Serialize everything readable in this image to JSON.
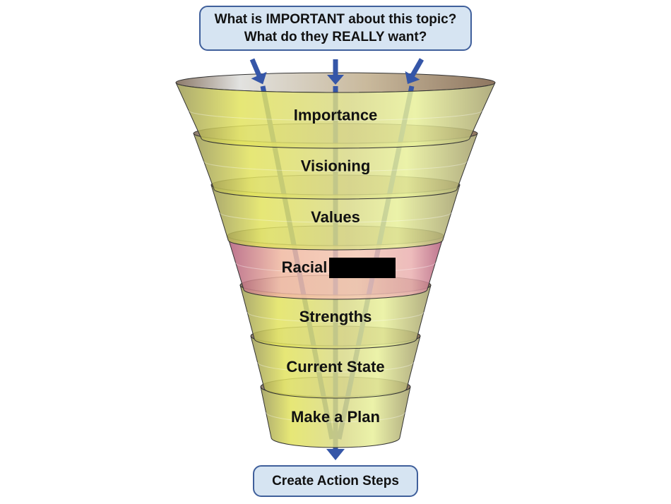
{
  "top_box": {
    "line1": "What is IMPORTANT about this topic?",
    "line2": "What do they REALLY want?"
  },
  "bottom_box": {
    "label": "Create Action Steps"
  },
  "colors": {
    "arrow": "#3556a8",
    "box_fill": "#d6e4f2",
    "box_border": "#3f5f9b",
    "yellow": "#e6e77a",
    "pink": "#e7a3a8",
    "redaction": "#000000"
  },
  "layers": [
    {
      "label": "Importance",
      "tone": "yellow"
    },
    {
      "label": "Visioning",
      "tone": "yellow"
    },
    {
      "label": "Values",
      "tone": "yellow"
    },
    {
      "label": "Racial",
      "tone": "pink",
      "redacted": true
    },
    {
      "label": "Strengths",
      "tone": "yellow"
    },
    {
      "label": "Current State",
      "tone": "yellow"
    },
    {
      "label": "Make a Plan",
      "tone": "yellow"
    }
  ]
}
